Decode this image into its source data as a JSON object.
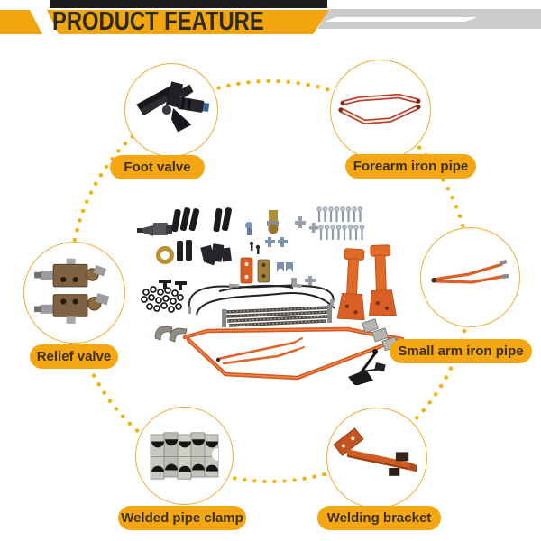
{
  "header": {
    "title": "PRODUCT FEATURE"
  },
  "theme": {
    "banner_yellow": "#F2A50C",
    "pill_yellow": "#F4A713",
    "dot_yellow": "#EFB30B",
    "circle_stroke": "#F3AA33",
    "gray_band": "#CBCBCB",
    "ink": "#2D2A24",
    "label_ink": "#3E3012",
    "part_orange": "#DD5F28"
  },
  "callouts": [
    {
      "id": "foot-valve",
      "label": "Foot valve"
    },
    {
      "id": "forearm-iron-pipe",
      "label": "Forearm iron pipe"
    },
    {
      "id": "relief-valve",
      "label": "Relief valve"
    },
    {
      "id": "small-arm-iron-pipe",
      "label": "Small arm iron pipe"
    },
    {
      "id": "welded-pipe-clamp",
      "label": "Welded pipe clamp"
    },
    {
      "id": "welding-bracket",
      "label": "Welding bracket"
    }
  ]
}
